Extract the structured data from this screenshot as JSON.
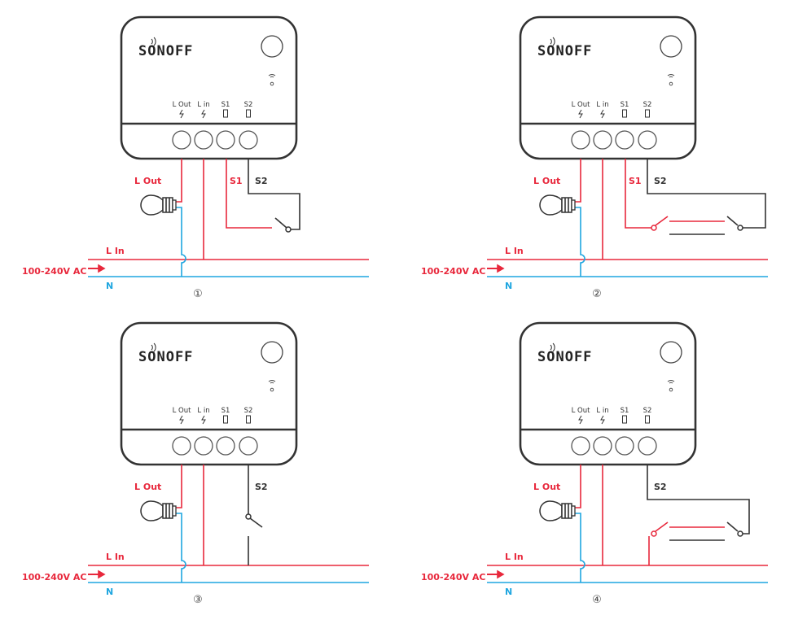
{
  "colors": {
    "live": "#e8283c",
    "neutral": "#1fa6e0",
    "switch_wire": "#333333",
    "device_outline": "#333333"
  },
  "device": {
    "logo": "SONOFF",
    "terminals": [
      {
        "label": "L Out",
        "icon": "lightning-icon"
      },
      {
        "label": "L in",
        "icon": "lightning-icon"
      },
      {
        "label": "S1",
        "icon": "switch-icon"
      },
      {
        "label": "S2",
        "icon": "switch-icon"
      }
    ]
  },
  "wires": {
    "l_out": "L Out",
    "s1": "S1",
    "s2": "S2",
    "l_in": "L In",
    "n": "N",
    "supply": "100-240V AC"
  },
  "diagrams": [
    {
      "number": "①",
      "variant": "single-switch-s1-s2"
    },
    {
      "number": "②",
      "variant": "two-way-switch-s1-s2"
    },
    {
      "number": "③",
      "variant": "single-switch-s2"
    },
    {
      "number": "④",
      "variant": "two-way-switch-s2"
    }
  ]
}
